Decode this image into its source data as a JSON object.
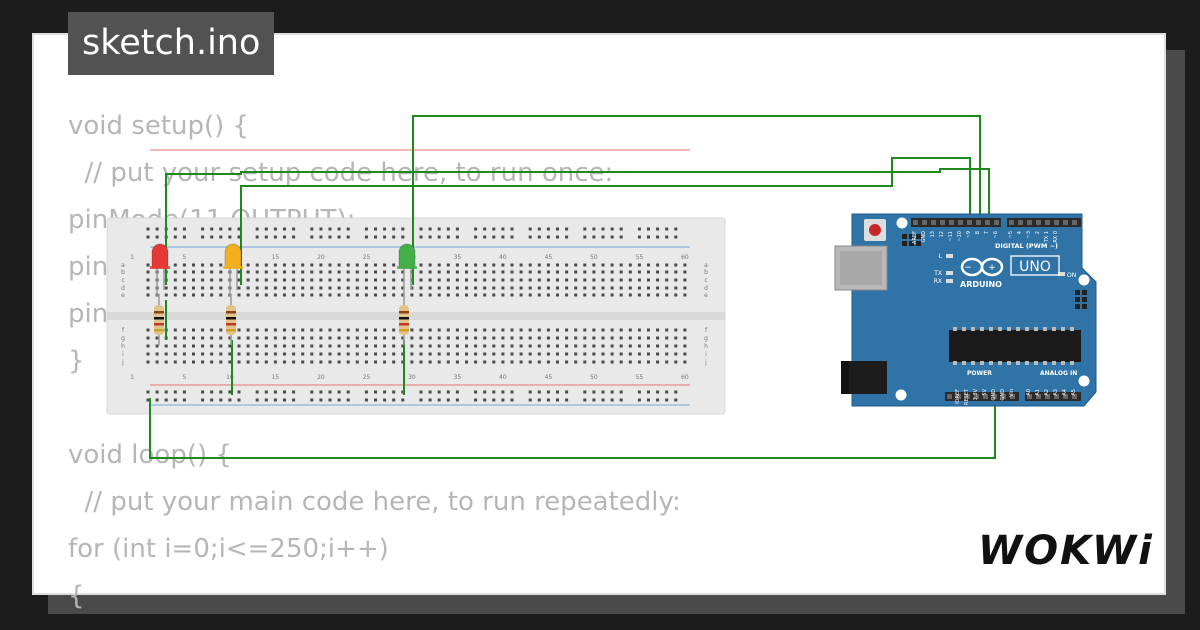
{
  "header": {
    "filename": "sketch.ino"
  },
  "code": {
    "lines": [
      "void setup() {",
      "  // put your setup code here, to run once:",
      "pinMode(11,OUTPUT);",
      "pinMode(10,OUTPUT);",
      "pinMode(9,OUTPUT);",
      "}",
      "",
      "void loop() {",
      "  // put your main code here, to run repeatedly:",
      "for (int i=0;i<=250;i++)",
      "{"
    ]
  },
  "breadboard": {
    "column_numbers": [
      "1",
      "5",
      "10",
      "15",
      "20",
      "25",
      "30",
      "35",
      "40",
      "45",
      "50",
      "55",
      "60"
    ],
    "row_letters_top": [
      "a",
      "b",
      "c",
      "d",
      "e"
    ],
    "row_letters_bottom": [
      "f",
      "g",
      "h",
      "i",
      "j"
    ]
  },
  "leds": [
    {
      "name": "red-led",
      "color": "#e53935"
    },
    {
      "name": "yellow-led",
      "color": "#f2b01e"
    },
    {
      "name": "green-led",
      "color": "#43b047"
    }
  ],
  "arduino": {
    "brand": "ARDUINO",
    "model": "UNO",
    "on_label": "ON",
    "digital_label": "DIGITAL (PWM ~)",
    "power_label": "POWER",
    "analog_label": "ANALOG IN",
    "led_labels": [
      "L",
      "TX",
      "RX"
    ],
    "top_pin_labels": [
      "AREF",
      "GND",
      "13",
      "12",
      "~11",
      "~10",
      "~9",
      "8",
      "7",
      "~6",
      "~5",
      "4",
      "~3",
      "2",
      "TX 1",
      "RX 0"
    ],
    "bottom_pin_labels": [
      "IOREF",
      "RESET",
      "3.3V",
      "5V",
      "GND",
      "GND",
      "Vin",
      "A0",
      "A1",
      "A2",
      "A3",
      "A4",
      "A5"
    ],
    "board_color": "#2f73a7"
  },
  "wire_color": "#1e8a1e",
  "logo": {
    "text": "WOKWi"
  }
}
